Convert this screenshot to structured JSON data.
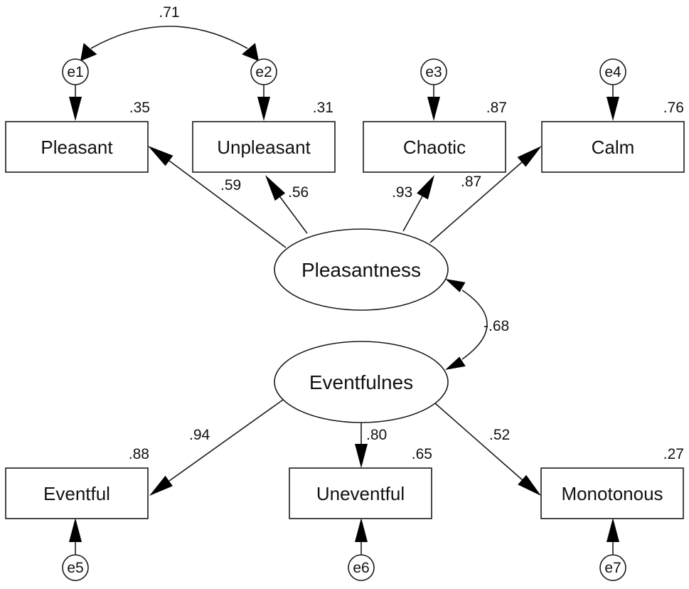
{
  "factors": {
    "pleasantness": "Pleasantness",
    "eventfulness": "Eventfulnes"
  },
  "indicators": {
    "pleasant": "Pleasant",
    "unpleasant": "Unpleasant",
    "chaotic": "Chaotic",
    "calm": "Calm",
    "eventful": "Eventful",
    "uneventful": "Uneventful",
    "monotonous": "Monotonous"
  },
  "errors": {
    "e1": "e1",
    "e2": "e2",
    "e3": "e3",
    "e4": "e4",
    "e5": "e5",
    "e6": "e6",
    "e7": "e7"
  },
  "r_squared": {
    "pleasant": ".35",
    "unpleasant": ".31",
    "chaotic": ".87",
    "calm": ".76",
    "eventful": ".88",
    "uneventful": ".65",
    "monotonous": ".27"
  },
  "loadings": {
    "pleasant": ".59",
    "unpleasant": ".56",
    "chaotic": ".93",
    "calm": ".87",
    "eventful": ".94",
    "uneventful": ".80",
    "monotonous": ".52"
  },
  "covariances": {
    "e1_e2": ".71",
    "factors": "-.68"
  }
}
